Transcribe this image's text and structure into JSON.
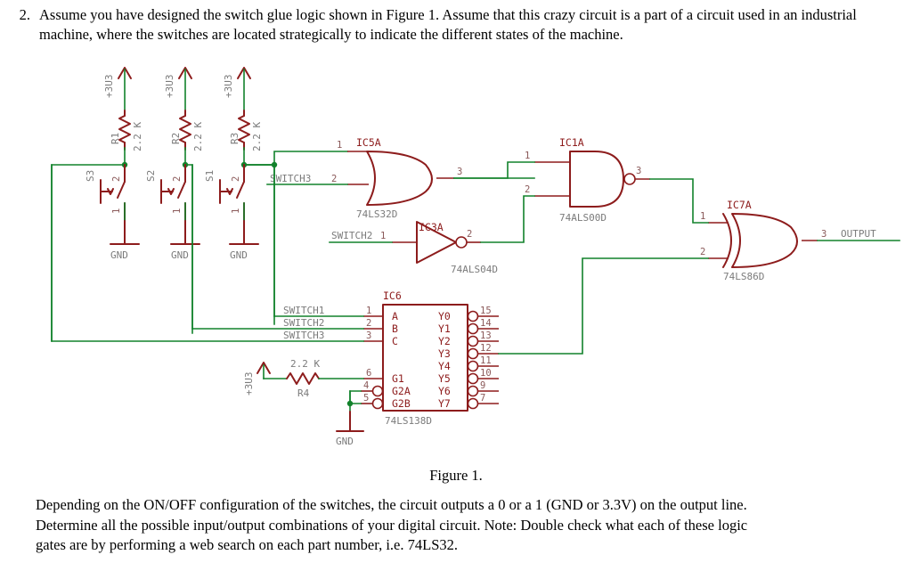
{
  "problem": {
    "number": "2.",
    "statement": "Assume you have designed the switch glue logic shown in Figure 1.  Assume that this crazy circuit is a part of a circuit used in an industrial machine, where the switches are located strategically to indicate the different states of the machine."
  },
  "figure": {
    "caption": "Figure 1."
  },
  "closing": {
    "line1": "Depending on the ON/OFF configuration of the switches, the circuit outputs a 0 or a 1 (GND or 3.3V) on the output line.",
    "line2": "Determine all the possible input/output combinations of your digital circuit.  Note: Double check what each of these logic",
    "line3": "gates are by performing a web search on each part number, i.e. 74LS32."
  },
  "colors": {
    "wire": "#12822b",
    "part": "#8d1c1c",
    "label": "#7b7b7b",
    "background": "#ffffff"
  },
  "schematic": {
    "power_rails": [
      {
        "name": "rail-r1",
        "label": "+3U3"
      },
      {
        "name": "rail-r2",
        "label": "+3U3"
      },
      {
        "name": "rail-r3",
        "label": "+3U3"
      },
      {
        "name": "rail-r4",
        "label": "+3U3"
      }
    ],
    "resistors": [
      {
        "ref": "R1",
        "value": "2.2 K"
      },
      {
        "ref": "R2",
        "value": "2.2 K"
      },
      {
        "ref": "R3",
        "value": "2.2 K"
      },
      {
        "ref": "R4",
        "value": "2.2 K"
      }
    ],
    "switches": [
      {
        "ref": "S3",
        "pin_top": "2",
        "pin_bottom": "1",
        "ground": "GND"
      },
      {
        "ref": "S2",
        "pin_top": "2",
        "pin_bottom": "1",
        "ground": "GND"
      },
      {
        "ref": "S1",
        "pin_top": "2",
        "pin_bottom": "1",
        "ground": "GND"
      }
    ],
    "ground_symbols": [
      {
        "name": "gnd-s3",
        "label": "GND"
      },
      {
        "name": "gnd-s2",
        "label": "GND"
      },
      {
        "name": "gnd-s1",
        "label": "GND"
      },
      {
        "name": "gnd-ic6",
        "label": "GND"
      }
    ],
    "nets": [
      {
        "name": "net-switch3-or",
        "label": "SWITCH3"
      },
      {
        "name": "net-switch2-inv",
        "label": "SWITCH2"
      },
      {
        "name": "net-switch1-dec",
        "label": "SWITCH1"
      },
      {
        "name": "net-switch2-dec",
        "label": "SWITCH2"
      },
      {
        "name": "net-switch3-dec",
        "label": "SWITCH3"
      },
      {
        "name": "net-output",
        "label": "OUTPUT"
      }
    ],
    "gates": [
      {
        "ref": "IC5A",
        "part": "74LS32D",
        "type": "or",
        "pins": {
          "in1": "1",
          "in2": "2",
          "out": "3"
        }
      },
      {
        "ref": "IC1A",
        "part": "74ALS00D",
        "type": "nand",
        "pins": {
          "in1": "1",
          "in2": "2",
          "out": "3"
        }
      },
      {
        "ref": "IC3A",
        "part": "74ALS04D",
        "type": "inverter",
        "pins": {
          "in1": "1",
          "out": "2"
        }
      },
      {
        "ref": "IC7A",
        "part": "74LS86D",
        "type": "xor",
        "pins": {
          "in1": "1",
          "in2": "2",
          "out": "3"
        }
      }
    ],
    "decoder": {
      "ref": "IC6",
      "part": "74LS138D",
      "inputs": [
        {
          "label": "A",
          "pin": "1"
        },
        {
          "label": "B",
          "pin": "2"
        },
        {
          "label": "C",
          "pin": "3"
        },
        {
          "label": "G1",
          "pin": "6"
        },
        {
          "label": "G2A",
          "pin": "4"
        },
        {
          "label": "G2B",
          "pin": "5"
        }
      ],
      "outputs": [
        {
          "label": "Y0",
          "pin": "15"
        },
        {
          "label": "Y1",
          "pin": "14"
        },
        {
          "label": "Y2",
          "pin": "13"
        },
        {
          "label": "Y3",
          "pin": "12"
        },
        {
          "label": "Y4",
          "pin": "11"
        },
        {
          "label": "Y5",
          "pin": "10"
        },
        {
          "label": "Y6",
          "pin": "9"
        },
        {
          "label": "Y7",
          "pin": "7"
        }
      ]
    }
  }
}
